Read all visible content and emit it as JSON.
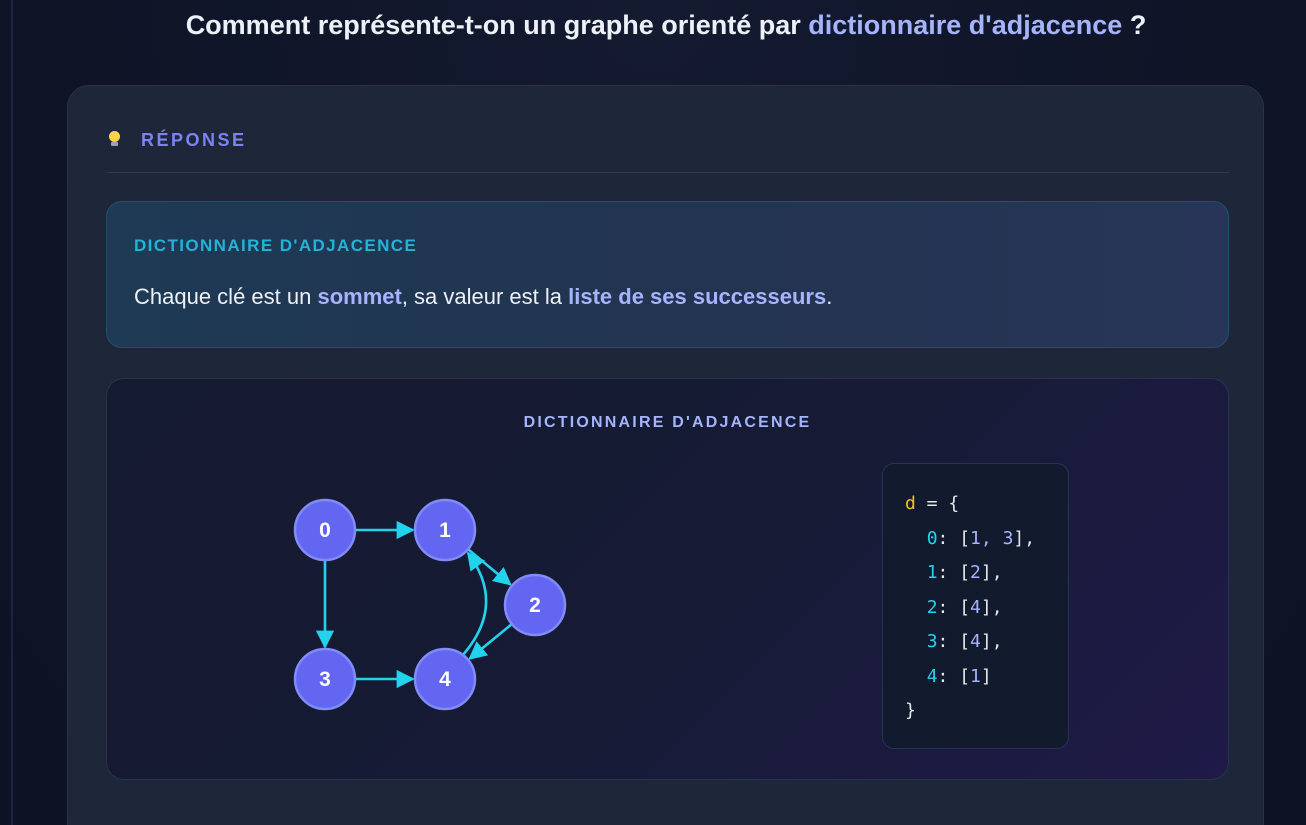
{
  "question": {
    "prefix": "Comment représente-t-on un graphe orienté par ",
    "highlight": "dictionnaire d'adjacence",
    "suffix": " ?"
  },
  "answer_card": {
    "icon": "lightbulb-icon",
    "header_label": "RÉPONSE",
    "definition": {
      "title": "DICTIONNAIRE D'ADJACENCE",
      "text_part1": "Chaque clé est un ",
      "text_hl1": "sommet",
      "text_part2": ", sa valeur est la ",
      "text_hl2": "liste de ses successeurs",
      "text_part3": "."
    },
    "diagram": {
      "title": "DICTIONNAIRE D'ADJACENCE",
      "graph": {
        "nodes": [
          "0",
          "1",
          "2",
          "3",
          "4"
        ],
        "edges": [
          [
            "0",
            "1"
          ],
          [
            "0",
            "3"
          ],
          [
            "1",
            "2"
          ],
          [
            "2",
            "4"
          ],
          [
            "3",
            "4"
          ],
          [
            "4",
            "1"
          ]
        ]
      },
      "code": {
        "var": "d",
        "open": " = {",
        "entries": [
          {
            "key": "0",
            "values": [
              "1",
              "3"
            ],
            "trail": ","
          },
          {
            "key": "1",
            "values": [
              "2"
            ],
            "trail": ","
          },
          {
            "key": "2",
            "values": [
              "4"
            ],
            "trail": ","
          },
          {
            "key": "3",
            "values": [
              "4"
            ],
            "trail": ","
          },
          {
            "key": "4",
            "values": [
              "1"
            ],
            "trail": ""
          }
        ],
        "close": "}"
      }
    }
  },
  "colors": {
    "accent": "#a5b4fc",
    "node_fill": "#6366f1",
    "edge": "#22d3ee",
    "code_key": "#22d3ee",
    "code_var": "#fbbf24"
  }
}
